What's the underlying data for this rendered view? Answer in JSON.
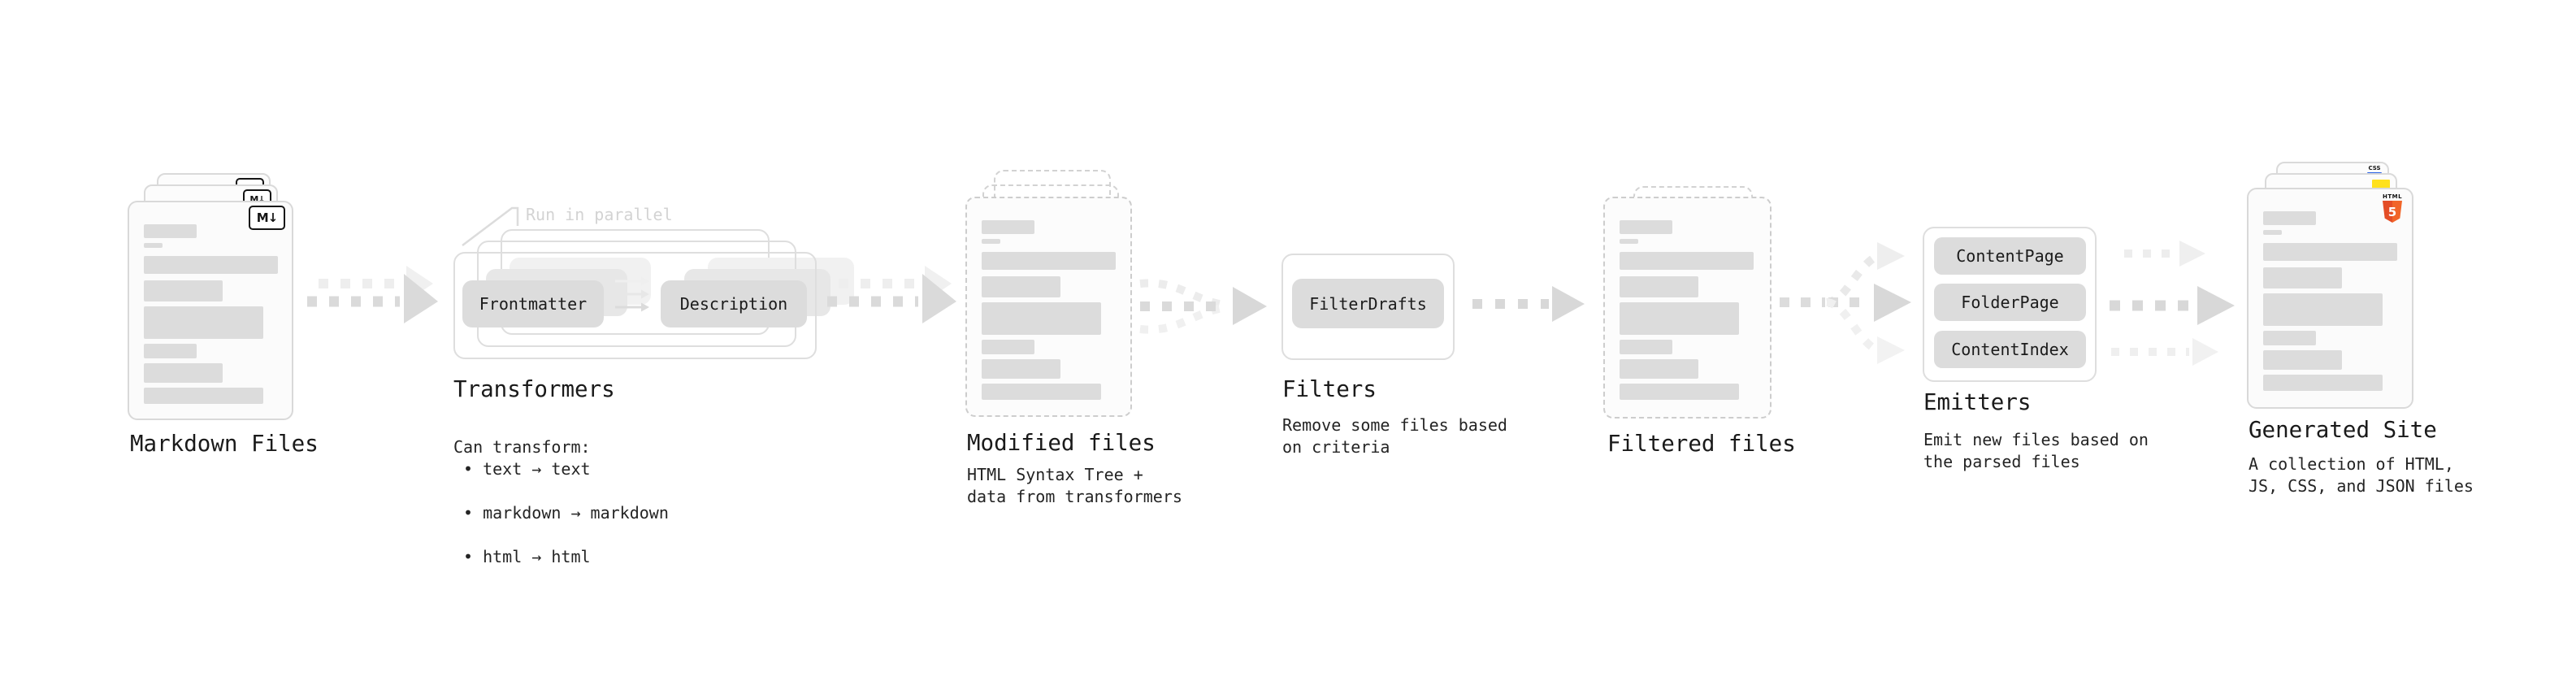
{
  "pipeline": {
    "markdown_files": {
      "label": "Markdown Files",
      "badge": "M↓"
    },
    "transformers": {
      "heading": "Transformers",
      "parallel_note": "Run in parallel",
      "pill_left": "Frontmatter",
      "pill_right": "Description",
      "caption_title": "Can transform:",
      "bullets": [
        "• text → text",
        "• markdown → markdown",
        "• html → html"
      ]
    },
    "modified_files": {
      "label": "Modified files",
      "caption": "HTML Syntax Tree +\ndata from transformers"
    },
    "filters": {
      "heading": "Filters",
      "pill": "FilterDrafts",
      "caption": "Remove some files based\non criteria"
    },
    "filtered_files": {
      "label": "Filtered files"
    },
    "emitters": {
      "heading": "Emitters",
      "pills": [
        "ContentPage",
        "FolderPage",
        "ContentIndex"
      ],
      "caption": "Emit new files based on\nthe parsed files"
    },
    "generated_site": {
      "label": "Generated Site",
      "caption": "A collection of HTML,\nJS, CSS, and JSON files",
      "badge_css": "CSS",
      "badge_html_word": "HTML",
      "badge_html_number": "5"
    },
    "colors": {
      "js_yellow": "#ffe11d",
      "css_blue": "#2761e6",
      "html5_orange": "#e8502c"
    }
  }
}
